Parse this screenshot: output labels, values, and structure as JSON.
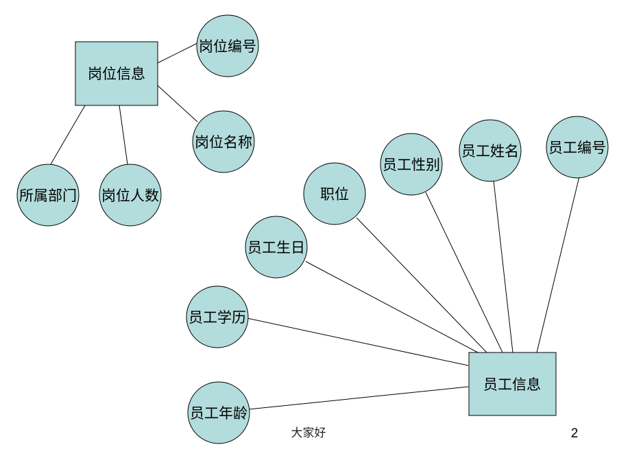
{
  "diagram": {
    "position_entity": {
      "label": "岗位信息",
      "attributes": {
        "post_id": "岗位编号",
        "post_name": "岗位名称",
        "department": "所属部门",
        "headcount": "岗位人数"
      }
    },
    "employee_entity": {
      "label": "员工信息",
      "attributes": {
        "employee_id": "员工编号",
        "name": "员工姓名",
        "gender": "员工性别",
        "job_title": "职位",
        "birthday": "员工生日",
        "education": "员工学历",
        "age": "员工年龄"
      }
    }
  },
  "footer": {
    "caption": "大家好",
    "page_number": "2"
  },
  "colors": {
    "shape_fill": "#b3dcdc",
    "stroke": "#000000"
  }
}
